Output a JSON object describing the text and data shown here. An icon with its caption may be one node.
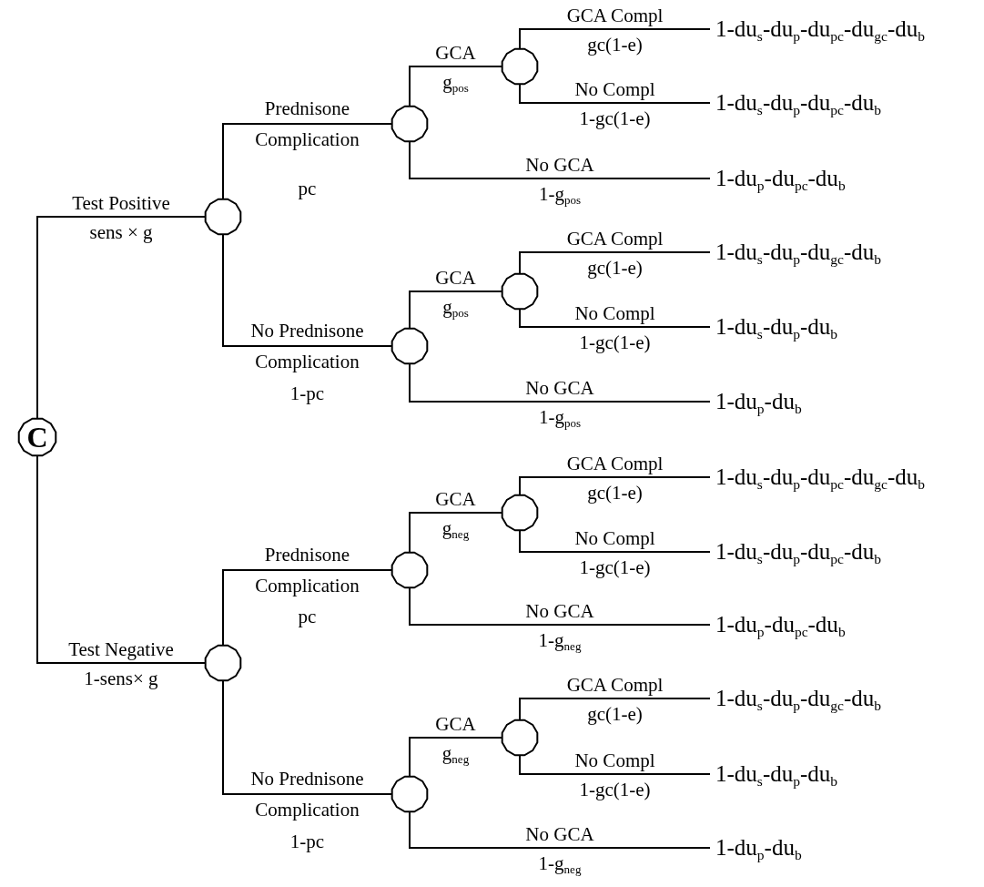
{
  "diagram": {
    "nodes": [
      {
        "text": [
          "C"
        ]
      },
      {
        "text": [],
        "shape": "circle"
      },
      {
        "text": [],
        "shape": "circle"
      },
      {
        "text": [],
        "shape": "circle"
      },
      {
        "text": [
          "1-du$_{s}$-du$_{p}$-du$_{pc}$-du$_{gc}$-du$_{b}$"
        ]
      },
      {
        "text": [
          "1-du$_{s}$-du$_{p}$-du$_{pc}$-du$_{b}$"
        ]
      },
      {
        "text": [
          "1-du$_{p}$-du$_{pc}$-du$_{b}$"
        ]
      },
      {
        "text": [],
        "shape": "circle"
      },
      {
        "text": [],
        "shape": "circle"
      },
      {
        "text": [
          "1-du$_{s}$-du$_{p}$-du$_{gc}$-du$_{b}$"
        ]
      },
      {
        "text": [
          "1-du$_{s}$-du$_{p}$-du$_{b}$"
        ]
      },
      {
        "text": [
          "1-du$_{p}$-du$_{b}$"
        ]
      },
      {
        "text": [],
        "shape": "circle"
      },
      {
        "text": [],
        "shape": "circle"
      },
      {
        "text": [],
        "shape": "circle"
      },
      {
        "text": [
          "1-du$_{s}$-du$_{p}$-du$_{pc}$-du$_{gc}$-du$_{b}$"
        ]
      },
      {
        "text": [
          "1-du$_{s}$-du$_{p}$-du$_{pc}$-du$_{b}$"
        ]
      },
      {
        "text": [
          "1-du$_{p}$-du$_{pc}$-du$_{b}$"
        ]
      },
      {
        "text": [],
        "shape": "circle"
      },
      {
        "text": [],
        "shape": "circle"
      },
      {
        "text": [
          "1-du$_{s}$-du$_{p}$-du$_{gc}$-du$_{b}$"
        ]
      },
      {
        "text": [
          "1-du$_{s}$-du$_{p}$-du$_{b}$"
        ]
      },
      {
        "text": [
          "1-du$_{p}$-du$_{b}$"
        ]
      }
    ],
    "edges": [
      {
        "from": 0,
        "to": 1,
        "arrow": "none",
        "label": "Test Positive"
      },
      {
        "from": 1,
        "to": 2,
        "arrow": "none",
        "label": "Prednisone Complication"
      },
      {
        "from": 2,
        "to": 3,
        "arrow": "none",
        "label": "GCA"
      },
      {
        "from": 3,
        "to": 4,
        "arrow": "none",
        "label": "GCA Compl"
      },
      {
        "from": 3,
        "to": 5,
        "arrow": "none",
        "label": "No Compl"
      },
      {
        "from": 2,
        "to": 6,
        "arrow": "none",
        "label": "No GCA"
      },
      {
        "from": 1,
        "to": 7,
        "arrow": "none",
        "label": "No Prednisone Complication"
      },
      {
        "from": 7,
        "to": 8,
        "arrow": "none",
        "label": "GCA"
      },
      {
        "from": 8,
        "to": 9,
        "arrow": "none",
        "label": "GCA Compl"
      },
      {
        "from": 8,
        "to": 10,
        "arrow": "none",
        "label": "No Compl"
      },
      {
        "from": 7,
        "to": 11,
        "arrow": "none",
        "label": "No GCA"
      },
      {
        "from": 0,
        "to": 12,
        "arrow": "none",
        "label": "Test Negative"
      },
      {
        "from": 12,
        "to": 13,
        "arrow": "none",
        "label": "Prednisone Complication"
      },
      {
        "from": 13,
        "to": 14,
        "arrow": "none",
        "label": "GCA"
      },
      {
        "from": 14,
        "to": 15,
        "arrow": "none",
        "label": "GCA Compl"
      },
      {
        "from": 14,
        "to": 16,
        "arrow": "none",
        "label": "No Compl"
      },
      {
        "from": 13,
        "to": 17,
        "arrow": "none",
        "label": "No GCA"
      },
      {
        "from": 12,
        "to": 18,
        "arrow": "none",
        "label": "No Prednisone Complication"
      },
      {
        "from": 18,
        "to": 19,
        "arrow": "none",
        "label": "GCA"
      },
      {
        "from": 19,
        "to": 20,
        "arrow": "none",
        "label": "GCA Compl"
      },
      {
        "from": 19,
        "to": 21,
        "arrow": "none",
        "label": "No Compl"
      },
      {
        "from": 18,
        "to": 22,
        "arrow": "none",
        "label": "No GCA"
      }
    ],
    "labels": [
      "sens × g",
      "pc",
      "g$_{pos}$",
      "gc(1-e)",
      "1-gc(1-e)",
      "1-g$_{pos}$",
      "1-pc",
      "g$_{pos}$",
      "gc(1-e)",
      "1-gc(1-e)",
      "1-g$_{pos}$",
      "1-sens× g",
      "pc",
      "g$_{neg}$",
      "gc(1-e)",
      "1-gc(1-e)",
      "1-g$_{neg}$",
      "1-pc",
      "g$_{neg}$",
      "gc(1-e)",
      "1-gc(1-e)",
      "1-g$_{neg}$"
    ]
  }
}
